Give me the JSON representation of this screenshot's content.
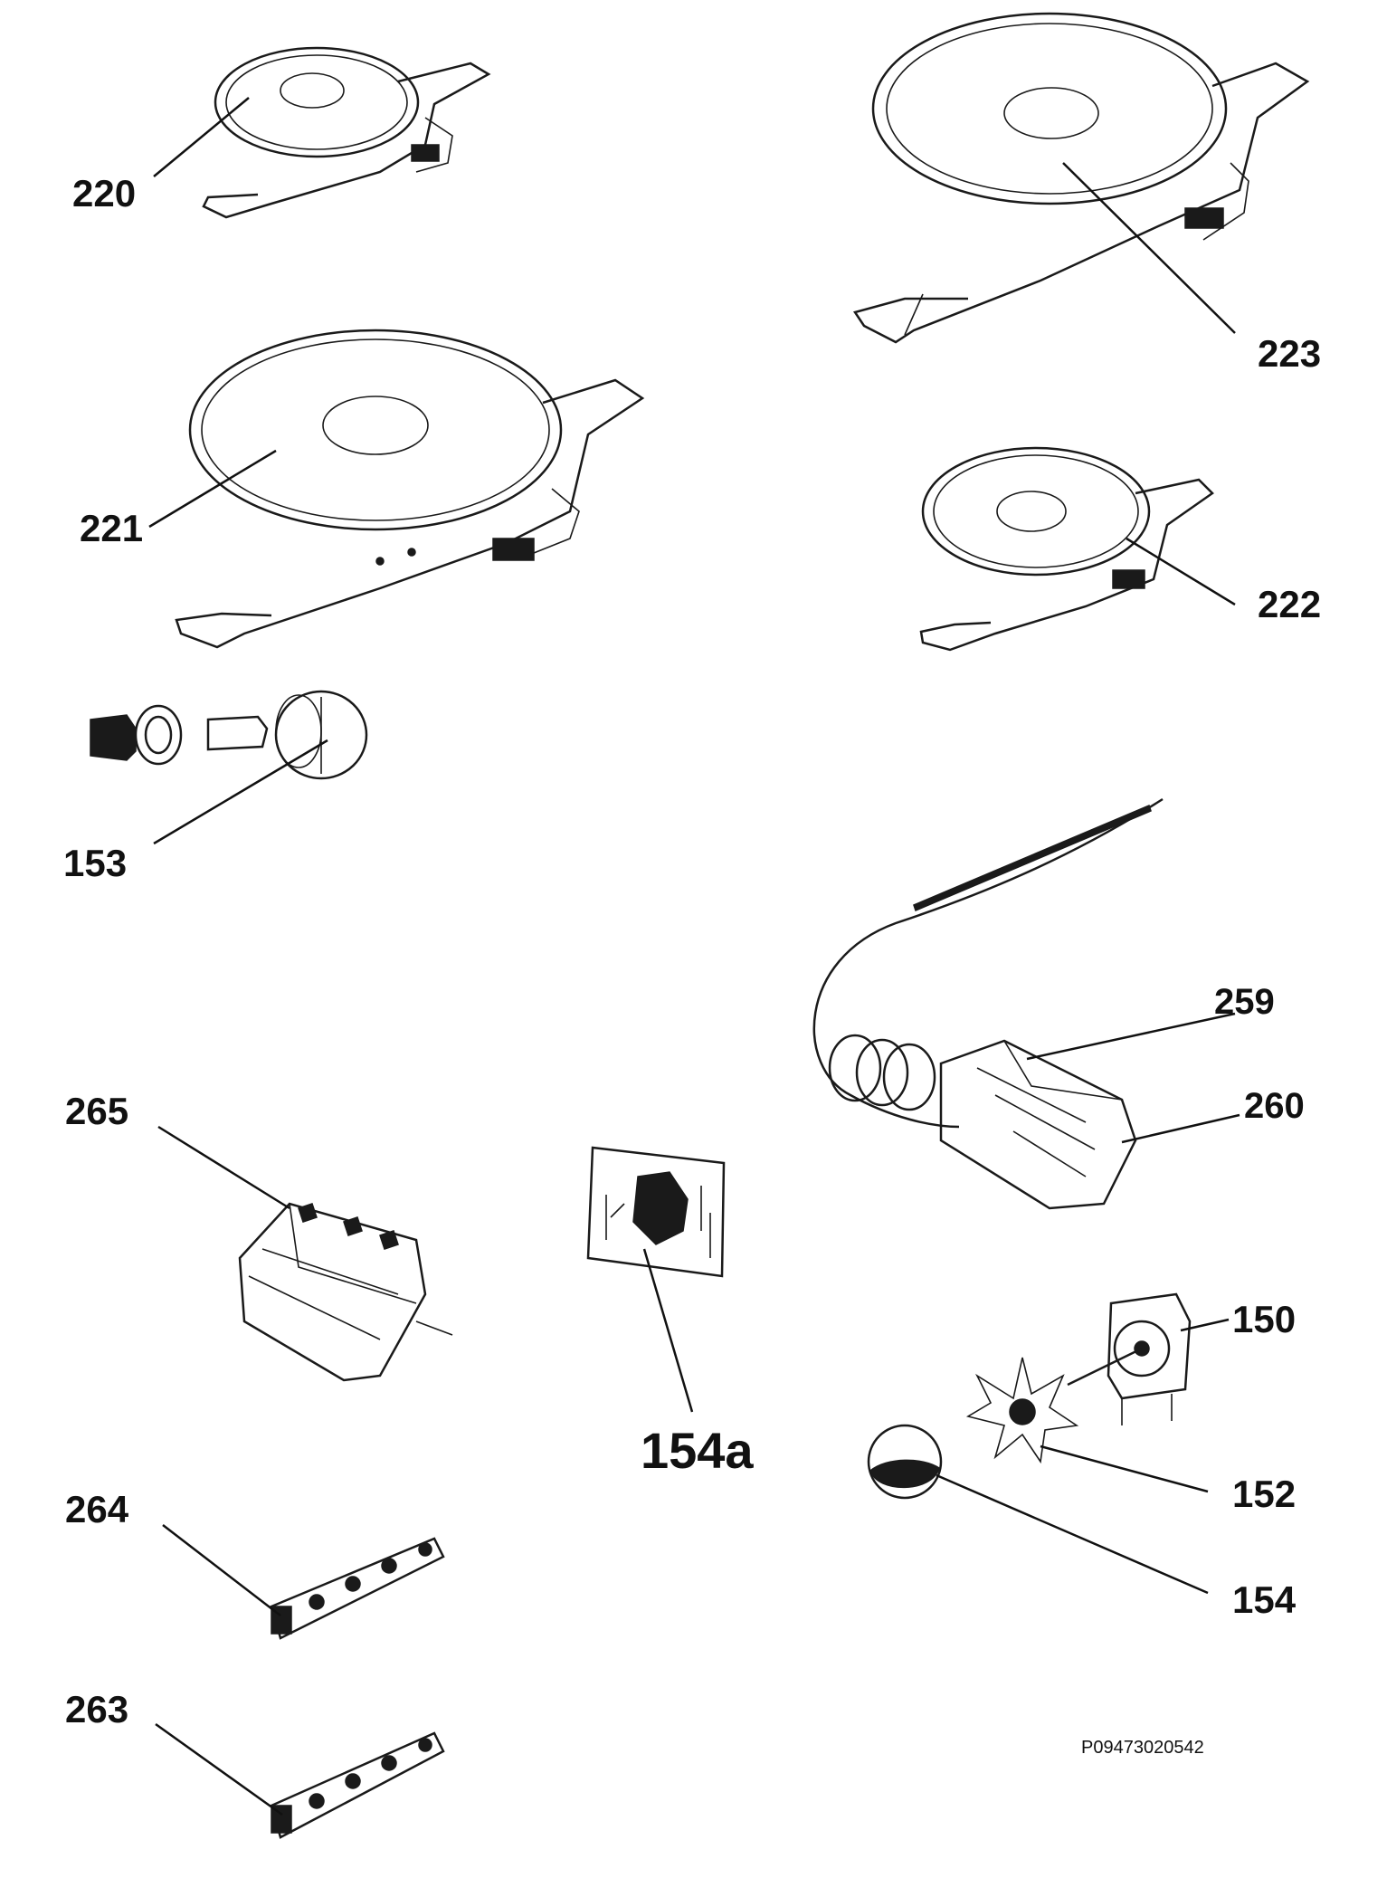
{
  "callouts": {
    "c220": "220",
    "c223": "223",
    "c221": "221",
    "c222": "222",
    "c153": "153",
    "c259": "259",
    "c260": "260",
    "c265": "265",
    "c154a": "154a",
    "c150": "150",
    "c152": "152",
    "c154": "154",
    "c264": "264",
    "c263": "263"
  },
  "drawing_code": "P09473020542"
}
